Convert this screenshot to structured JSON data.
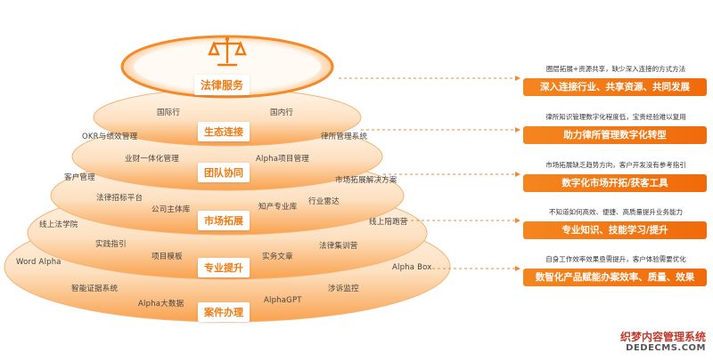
{
  "tiers": {
    "top": "法律服务",
    "t1": "生态连接",
    "t2": "团队协同",
    "t3": "市场拓展",
    "t4": "专业提升",
    "t5": "案件办理"
  },
  "items": {
    "guojihang": "国际行",
    "guoneihang": "国内行",
    "okr": "OKR与绩效管理",
    "lvsuo": "律所管理系统",
    "yecai": "业财一体化管理",
    "alpha_xm": "Alpha项目管理",
    "kehu": "客户管理",
    "shichang_fa": "市场拓展解决方案",
    "zhaobiao": "法律招标平台",
    "hangye": "行业雷达",
    "zhishi": "知产专业库",
    "gongsi": "公司主体库",
    "xianshang_xy": "线上法学院",
    "xianshang_pp": "线上陪跑营",
    "shijian": "实践指引",
    "xunlian": "法律集训营",
    "xiangmu_mb": "项目模板",
    "shiwu": "实务文章",
    "word_alpha": "Word Alpha",
    "alpha_box": "Alpha Box",
    "zhengju": "智能证据系统",
    "susong": "涉诉监控",
    "alpha_dsj": "Alpha大数据",
    "alphagpt": "AlphaGPT"
  },
  "callouts": [
    {
      "note": "圈层拓展+资源共享，缺少深入连接的方式方法",
      "goal": "深入连接行业、共享资源、共同发展"
    },
    {
      "note": "律所知识管理数字化程度低，宝贵经验难以复用",
      "goal": "助力律所管理数字化转型"
    },
    {
      "note": "市场拓展缺乏趋势方向，客户开发没有参考指引",
      "goal": "数字化市场开拓/获客工具"
    },
    {
      "note": "不知道如何高效、便捷、高质量提升业务能力",
      "goal": "专业知识、技能学习/提升"
    },
    {
      "note": "自身工作效率效果亟需提升，客户体验需要优化",
      "goal": "数智化产品赋能办案效率、质量、效果"
    }
  ],
  "watermark": {
    "line1": "织梦内容管理系统",
    "line2": "DEDECMS.COM"
  },
  "colors": {
    "accent": "#f07a12",
    "tier_light": "#fde3c8",
    "tier_mid": "#fbb36e",
    "goal_bg": "#f27811"
  },
  "icons": {
    "logo": "scale-icon"
  }
}
